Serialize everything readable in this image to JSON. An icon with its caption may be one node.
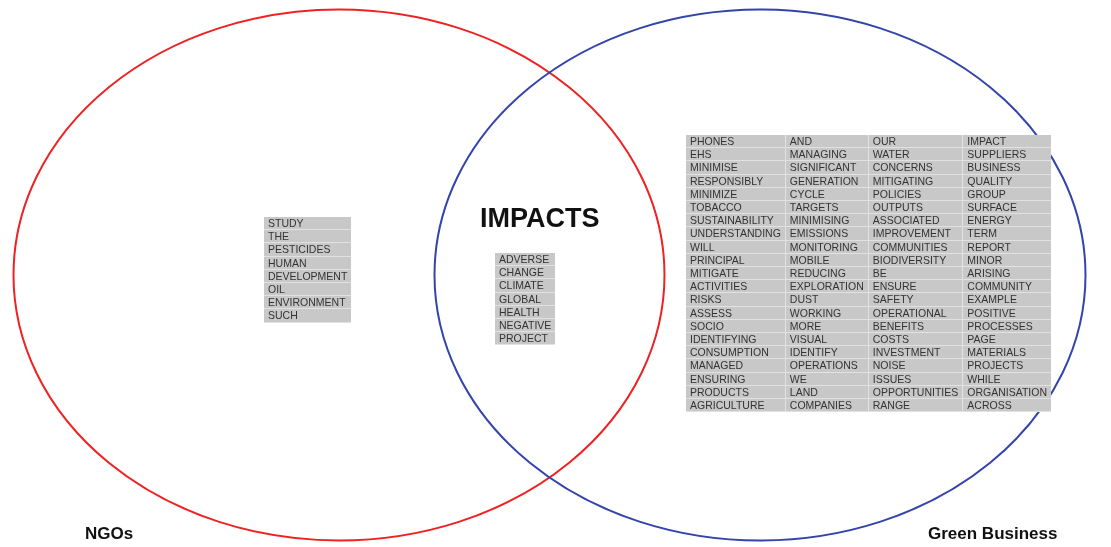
{
  "diagram": {
    "nodes": [
      {
        "text": [
          "NGOs"
        ]
      },
      {
        "text": [
          "Green Business"
        ]
      },
      {
        "text": [
          "STUDY",
          "THE",
          "PESTICIDES",
          "HUMAN",
          "DEVELOPMENT",
          "OIL",
          "ENVIRONMENT",
          "SUCH"
        ],
        "in": 0
      },
      {
        "text": [
          "IMPACTS",
          "ADVERSE",
          "CHANGE",
          "CLIMATE",
          "GLOBAL",
          "HEALTH",
          "NEGATIVE",
          "PROJECT"
        ]
      },
      {
        "text": [
          "PHONES",
          "AND",
          "OUR",
          "IMPACT",
          "EHS",
          "MANAGING",
          "WATER",
          "SUPPLIERS",
          "MINIMISE",
          "SIGNIFICANT",
          "CONCERNS",
          "BUSINESS",
          "RESPONSIBLY",
          "GENERATION",
          "MITIGATING",
          "QUALITY",
          "MINIMIZE",
          "CYCLE",
          "POLICIES",
          "GROUP",
          "TOBACCO",
          "TARGETS",
          "OUTPUTS",
          "SURFACE",
          "SUSTAINABILITY",
          "MINIMISING",
          "ASSOCIATED",
          "ENERGY",
          "UNDERSTANDING",
          "EMISSIONS",
          "IMPROVEMENT",
          "TERM",
          "WILL",
          "MONITORING",
          "COMMUNITIES",
          "REPORT",
          "PRINCIPAL",
          "MOBILE",
          "BIODIVERSITY",
          "MINOR",
          "MITIGATE",
          "REDUCING",
          "BE",
          "ARISING",
          "ACTIVITIES",
          "EXPLORATION",
          "ENSURE",
          "COMMUNITY",
          "RISKS",
          "DUST",
          "SAFETY",
          "EXAMPLE",
          "ASSESS",
          "WORKING",
          "OPERATIONAL",
          "POSITIVE",
          "SOCIO",
          "MORE",
          "BENEFITS",
          "PROCESSES",
          "IDENTIFYING",
          "VISUAL",
          "COSTS",
          "PAGE",
          "CONSUMPTION",
          "IDENTIFY",
          "INVESTMENT",
          "MATERIALS",
          "MANAGED",
          "OPERATIONS",
          "NOISE",
          "PROJECTS",
          "ENSURING",
          "WE",
          "ISSUES",
          "WHILE",
          "PRODUCTS",
          "LAND",
          "OPPORTUNITIES",
          "ORGANISATION",
          "AGRICULTURE",
          "COMPANIES",
          "RANGE",
          "ACROSS"
        ],
        "in": 1
      }
    ]
  }
}
